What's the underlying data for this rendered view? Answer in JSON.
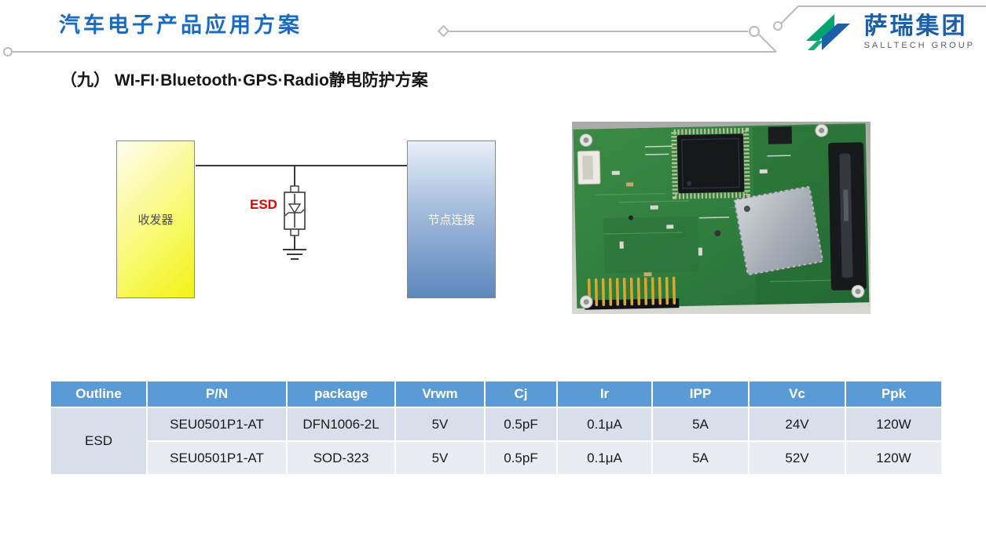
{
  "slide": {
    "header_title": "汽车电子产品应用方案",
    "section_title": "（九） WI-FI·Bluetooth·GPS·Radio静电防护方案"
  },
  "logo": {
    "name": "萨瑞集团",
    "tagline": "SALLTECH GROUP"
  },
  "diagram": {
    "transceiver_label": "收发器",
    "node_label": "节点连接",
    "esd_label": "ESD"
  },
  "table": {
    "headers": [
      "Outline",
      "P/N",
      "package",
      "Vrwm",
      "Cj",
      "Ir",
      "IPP",
      "Vc",
      "Ppk"
    ],
    "outline_label": "ESD",
    "rows": [
      [
        "SEU0501P1-AT",
        "DFN1006-2L",
        "5V",
        "0.5pF",
        "0.1μA",
        "5A",
        "24V",
        "120W"
      ],
      [
        "SEU0501P1-AT",
        "SOD-323",
        "5V",
        "0.5pF",
        "0.1μA",
        "5A",
        "52V",
        "120W"
      ]
    ]
  },
  "colors": {
    "title_blue": "#1a6bc0",
    "logo_blue": "#1b5fa8",
    "logo_green": "#00a46e",
    "table_header": "#5b9bd5",
    "row_odd": "#d8deea",
    "row_even": "#eaecf3",
    "esd_red": "#e00000"
  }
}
